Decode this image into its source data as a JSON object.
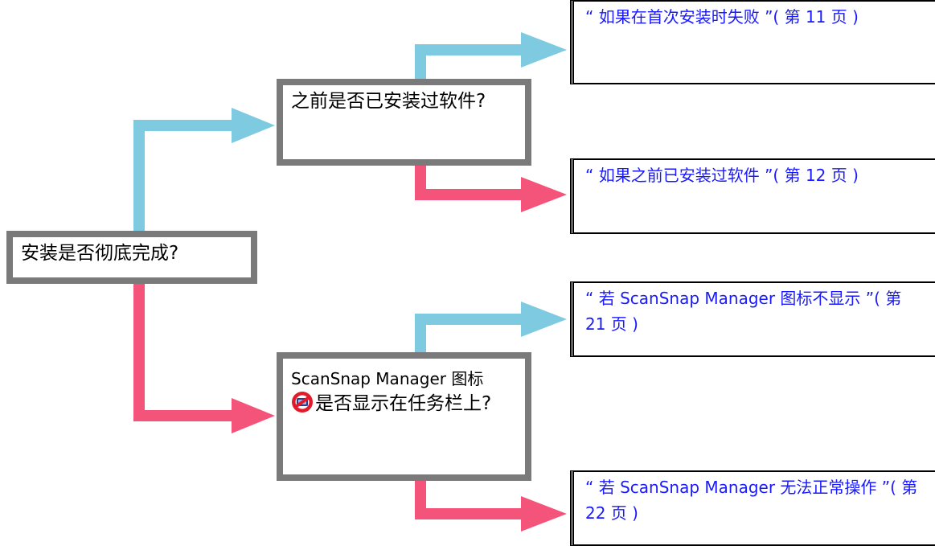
{
  "colors": {
    "yes_arrow": "#7ecae0",
    "no_arrow": "#f4547a",
    "box_border": "#7a7a7a",
    "link_text": "#1a1aff"
  },
  "questions": {
    "installed_fully": "安装是否彻底完成?",
    "installed_before": "之前是否已安装过软件?",
    "icon_shown_line1": "ScanSnap Manager 图标",
    "icon_shown_line2": "是否显示在任务栏上?"
  },
  "links": {
    "first_install_fail": "“ 如果在首次安装时失败 ”( 第 11 页 )",
    "installed_before_ref": "“ 如果之前已安装过软件 ”( 第 12 页 )",
    "icon_not_shown": "“ 若 ScanSnap Manager 图标不显示 ”( 第 21 页 )",
    "not_working": "“ 若 ScanSnap Manager 无法正常操作 ”( 第 22 页 )"
  },
  "icons": {
    "scansnap_icon": "scansnap-prohibited-icon"
  }
}
